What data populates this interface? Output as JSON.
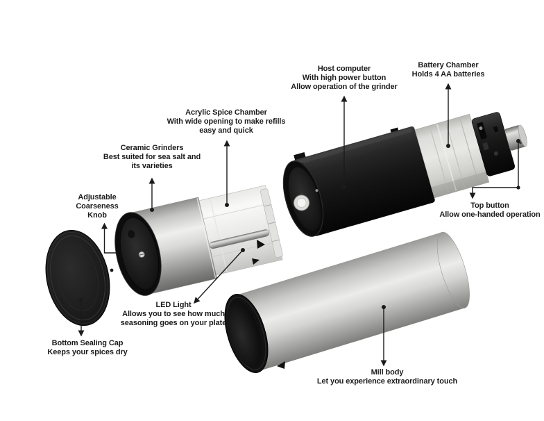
{
  "diagram": {
    "subject": "electric-spice-grinder-exploded-view",
    "background_color": "#ffffff",
    "annotation_color": "#1b1b1b"
  },
  "callouts": {
    "ceramic_grinders": {
      "lines": [
        "Ceramic Grinders",
        "Best suited for sea salt and",
        "its varieties"
      ]
    },
    "acrylic_spice_chamber": {
      "lines": [
        "Acrylic Spice Chamber",
        "With wide opening to make refills",
        "easy and quick"
      ]
    },
    "host_computer": {
      "lines": [
        "Host computer",
        "With high power button",
        "Allow operation of the grinder"
      ]
    },
    "battery_chamber": {
      "lines": [
        "Battery Chamber",
        "Holds 4 AA batteries"
      ]
    },
    "adjustable_coarseness_knob": {
      "lines": [
        "Adjustable",
        "Coarseness",
        "Knob"
      ]
    },
    "top_button": {
      "lines": [
        "Top button",
        "Allow one-handed operation"
      ]
    },
    "led_light": {
      "lines": [
        "LED Light",
        "Allows you to see how much",
        "seasoning goes on your plate"
      ]
    },
    "bottom_sealing_cap": {
      "lines": [
        "Bottom Sealing Cap",
        "Keeps your spices dry"
      ]
    },
    "mill_body": {
      "lines": [
        "Mill body",
        "Let you experience extraordinary touch"
      ]
    }
  },
  "parts": {
    "bottom_sealing_cap": {
      "color": "#1b1b1b"
    },
    "grinder_head": {
      "steel_color": "#cfcfcd",
      "black_face_color": "#111111",
      "acrylic_color": "#eeeeec",
      "rod_color": "#b9b9b7"
    },
    "host_unit": {
      "body_color": "#1a1a1a",
      "battery_sleeve_color": "#d9d9d5",
      "shaft_color": "#b5b5b3",
      "power_button_color": "#f2f2f0"
    },
    "mill_body": {
      "steel_color": "#d3d3d1",
      "rim_color": "#141414"
    }
  }
}
